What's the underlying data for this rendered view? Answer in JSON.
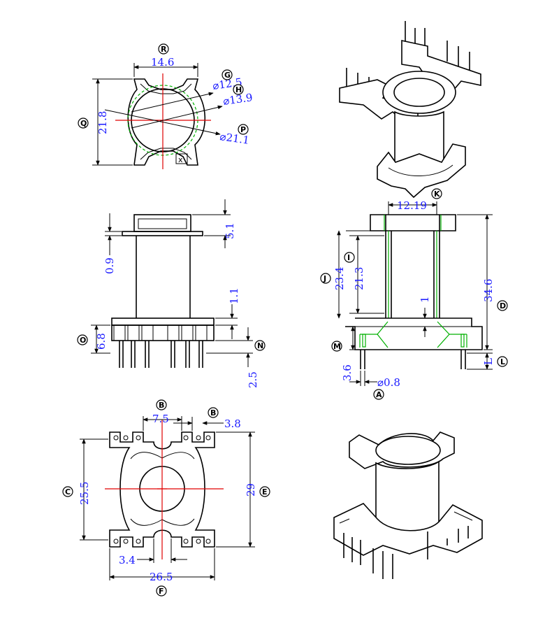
{
  "top_view": {
    "width_dim": "14.6",
    "height_dim": "21.8",
    "d1": "⌀12.5",
    "d2": "⌀13.9",
    "d3": "⌀21.1",
    "mark": "x",
    "callouts": {
      "R": "R",
      "G": "G",
      "H": "H",
      "Q": "Q",
      "P": "P"
    }
  },
  "side_view": {
    "d_5_1": "5.1",
    "d_0_9": "0.9",
    "d_1_1": "1.1",
    "d_6_8": "6.8",
    "d_2_5": "2.5",
    "callouts": {
      "O": "O",
      "N": "N"
    }
  },
  "section_view": {
    "d_12_19": "12.19",
    "d_23_4": "23.4",
    "d_21_3": "21.3",
    "d_34_6": "34.6",
    "d_1": "1",
    "d_3_6": "3.6",
    "d_0_8": "⌀0.8",
    "d_L": "L",
    "callouts": {
      "K": "K",
      "I": "I",
      "J": "J",
      "D": "D",
      "M": "M",
      "L": "L",
      "A": "A"
    }
  },
  "bottom_view": {
    "d_7_5": "7.5",
    "d_3_8": "3.8",
    "d_25_5": "25.5",
    "d_29": "29",
    "d_3_4": "3.4",
    "d_26_5": "26.5",
    "callouts": {
      "B1": "B",
      "B2": "B",
      "C": "C",
      "E": "E",
      "F": "F"
    }
  }
}
